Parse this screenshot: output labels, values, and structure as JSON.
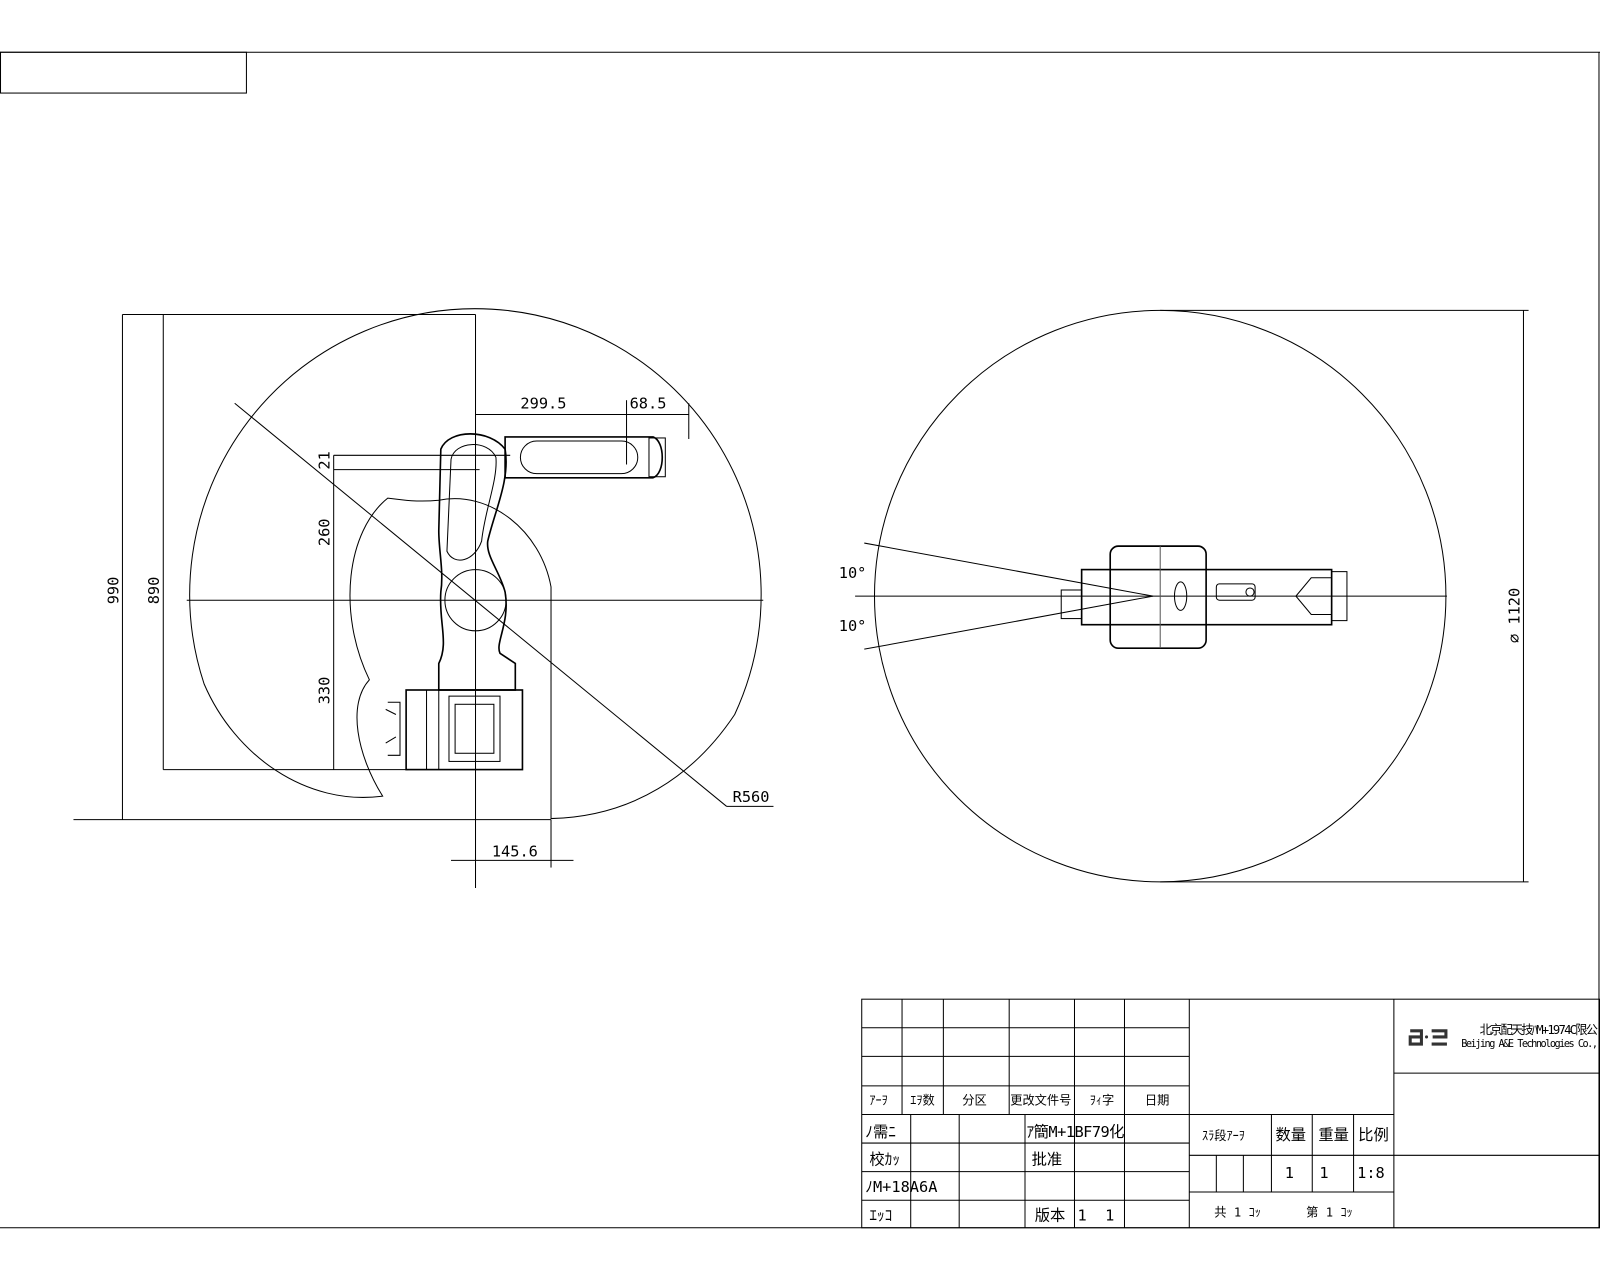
{
  "drawing": {
    "side_view": {
      "dimensions": {
        "reach_299_5": "299.5",
        "wrist_68_5": "68.5",
        "offset_21": "21",
        "upper_arm_260": "260",
        "base_330": "330",
        "total_990": "990",
        "height_890": "890",
        "radius": "R560",
        "rear_145_6": "145.6"
      }
    },
    "top_view": {
      "dimensions": {
        "angle_upper": "10°",
        "angle_lower": "10°",
        "diameter": "⌀ 1120"
      }
    }
  },
  "title_block": {
    "revision_headers": [
      "ｱｰｦ",
      "ｴｦ数",
      "分区",
      "更改文件号",
      "ｦｨ字",
      "日期"
    ],
    "rows": {
      "designer_label": "ﾉ需ﾆ",
      "standardization_label": "ｱ簡M+1BF79化",
      "checker_label": "校ｶｯ",
      "approval_label": "批准",
      "reviewer_label": "ﾉM+18A6A",
      "process_label": "ｴｯｺ",
      "version_label": "版本",
      "version_values": [
        "1",
        "1"
      ]
    },
    "stage_label": "ｽﾗ段ｱｰｦ",
    "quantity_label": "数量",
    "weight_label": "重量",
    "scale_label": "比例",
    "quantity_value": "1",
    "weight_value": "1",
    "scale_value": "1:8",
    "sheet_total": "共 1 ｺｯ",
    "sheet_current": "第 1 ｺｯ",
    "company_logo": "a:e",
    "company_name_cn": "北京配天技ﾊM+1974C限公",
    "company_name_en": "Beijing A&E Technologies Co.,"
  }
}
